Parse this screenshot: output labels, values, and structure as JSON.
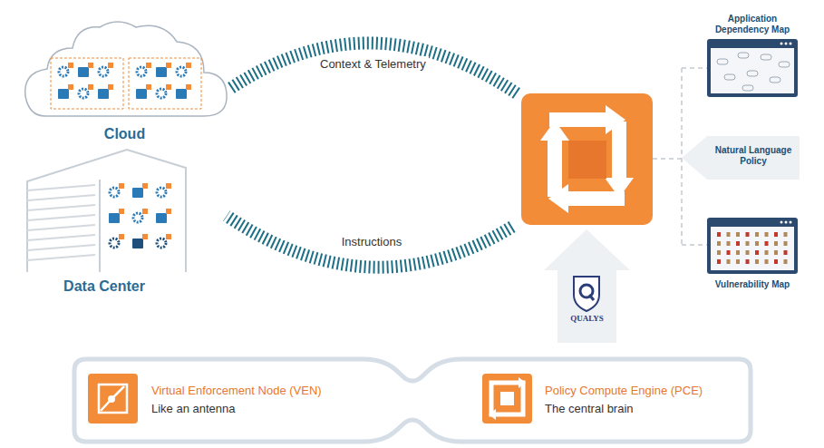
{
  "diagram": {
    "nodes": [
      {
        "text": [
          "Cloud"
        ]
      },
      {
        "text": [
          "Data Center"
        ]
      },
      {
        "text": [
          "Application Dependency Map"
        ]
      },
      {
        "text": [
          "Natural Language Policy"
        ]
      },
      {
        "text": [
          "Vulnerability Map"
        ]
      },
      {
        "text": [
          "QUALYS"
        ]
      },
      {
        "text": [
          "Virtual Enforcement Node (VEN)",
          "Like an antenna"
        ]
      },
      {
        "text": [
          "Policy Compute Engine (PCE)",
          "The central brain"
        ]
      }
    ],
    "labels": [
      "Context & Telemetry",
      "Instructions"
    ]
  }
}
